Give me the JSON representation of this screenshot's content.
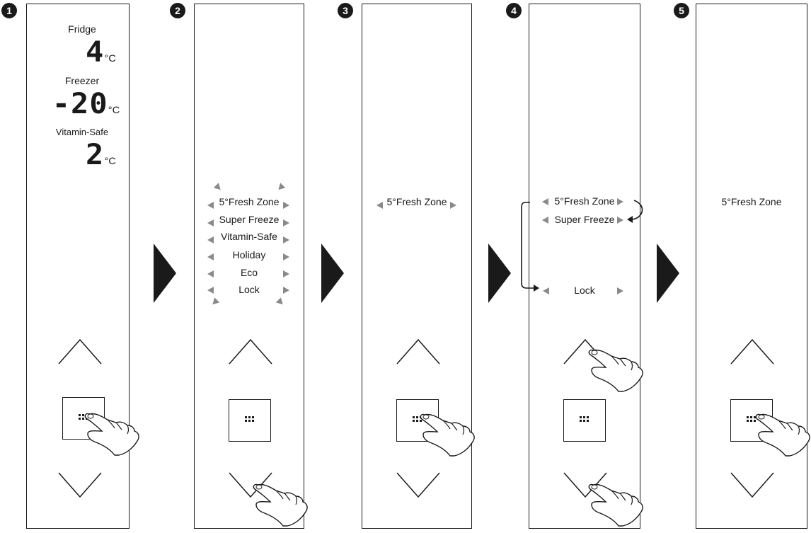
{
  "steps": [
    "1",
    "2",
    "3",
    "4",
    "5"
  ],
  "panel1": {
    "fridge_label": "Fridge",
    "fridge_temp": "4",
    "freezer_label": "Freezer",
    "freezer_temp": "-20",
    "vitamin_label": "Vitamin-Safe",
    "vitamin_temp": "2",
    "unit": "°C"
  },
  "panel2": {
    "options": [
      "5°Fresh Zone",
      "Super Freeze",
      "Vitamin-Safe",
      "Holiday",
      "Eco",
      "Lock"
    ]
  },
  "panel3": {
    "option": "5°Fresh Zone"
  },
  "panel4": {
    "options": [
      "5°Fresh Zone",
      "Super Freeze",
      "Lock"
    ]
  },
  "panel5": {
    "option": "5°Fresh Zone"
  },
  "icons": {
    "up": "chevron-up-icon",
    "down": "chevron-down-icon",
    "menu": "menu-grid-icon",
    "hand": "pointing-hand-icon",
    "next": "next-step-arrow-icon"
  }
}
